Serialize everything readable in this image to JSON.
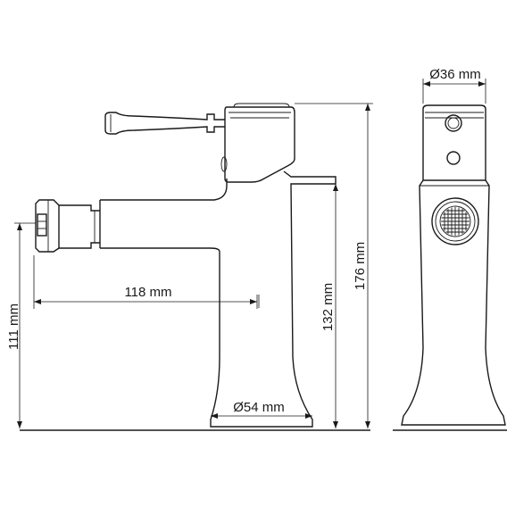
{
  "dimensions": {
    "spout_reach": "118 mm",
    "spout_height": "111 mm",
    "body_height": "132 mm",
    "total_height": "176 mm",
    "base_diameter": "Ø54 mm",
    "top_diameter": "Ø36 mm"
  },
  "colors": {
    "line": "#1a1a1a",
    "background": "#ffffff"
  }
}
